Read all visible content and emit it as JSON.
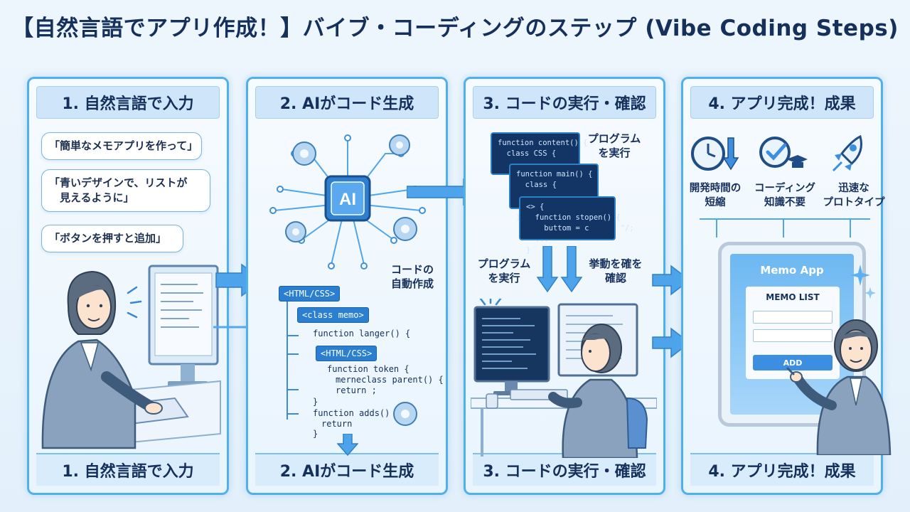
{
  "title": "【自然言語でアプリ作成！】バイブ・コーディングのステップ (Vibe Coding Steps)",
  "steps": [
    {
      "header": "1. 自然言語で入力",
      "footer": "1. 自然言語で入力"
    },
    {
      "header": "2. AIがコード生成",
      "footer": "2. AIがコード生成"
    },
    {
      "header": "3. コードの実行・確認",
      "footer": "3. コードの実行・確認"
    },
    {
      "header": "4. アプリ完成！成果",
      "footer": "4. アプリ完成！成果"
    }
  ],
  "step1": {
    "bubbles": [
      "「簡単なメモアプリを作って」",
      "「青いデザインで、リストが\n　見えるように」",
      "「ボタンを押すと追加」"
    ]
  },
  "step2": {
    "ai_chip": "AI",
    "auto_label": "コードの\n自動作成",
    "tags": [
      "<HTML/CSS>",
      "<class memo>",
      "<HTML/CSS>"
    ],
    "code_lines": [
      "function langer() {",
      "function token {",
      "merneclass parent() {",
      "return ;",
      "}",
      "function adds() {",
      "return",
      "}"
    ]
  },
  "step3": {
    "code_cards": [
      "function content() {\n  class CSS {\n\n",
      "function main() {\n  class {\n\n  }\n}",
      "<> {\n  function stopen() {\n    buttom = c       \"/;\n  ...\n}"
    ],
    "run_label_top": "プログラム\nを実行",
    "run_label_left": "プログラム\nを実行",
    "verify_label": "挙動を確を\n確認"
  },
  "step4": {
    "benefits": [
      "開発時間の\n短縮",
      "コーディング\n知識不要",
      "迅速な\nプロトタイプ"
    ],
    "app_title": "Memo App",
    "list_title": "MEMO LIST",
    "add_button": "ADD"
  },
  "colors": {
    "accent": "#4fb0ec",
    "dark": "#16305c",
    "code_bg": "#123566",
    "button": "#3c8fe0"
  }
}
